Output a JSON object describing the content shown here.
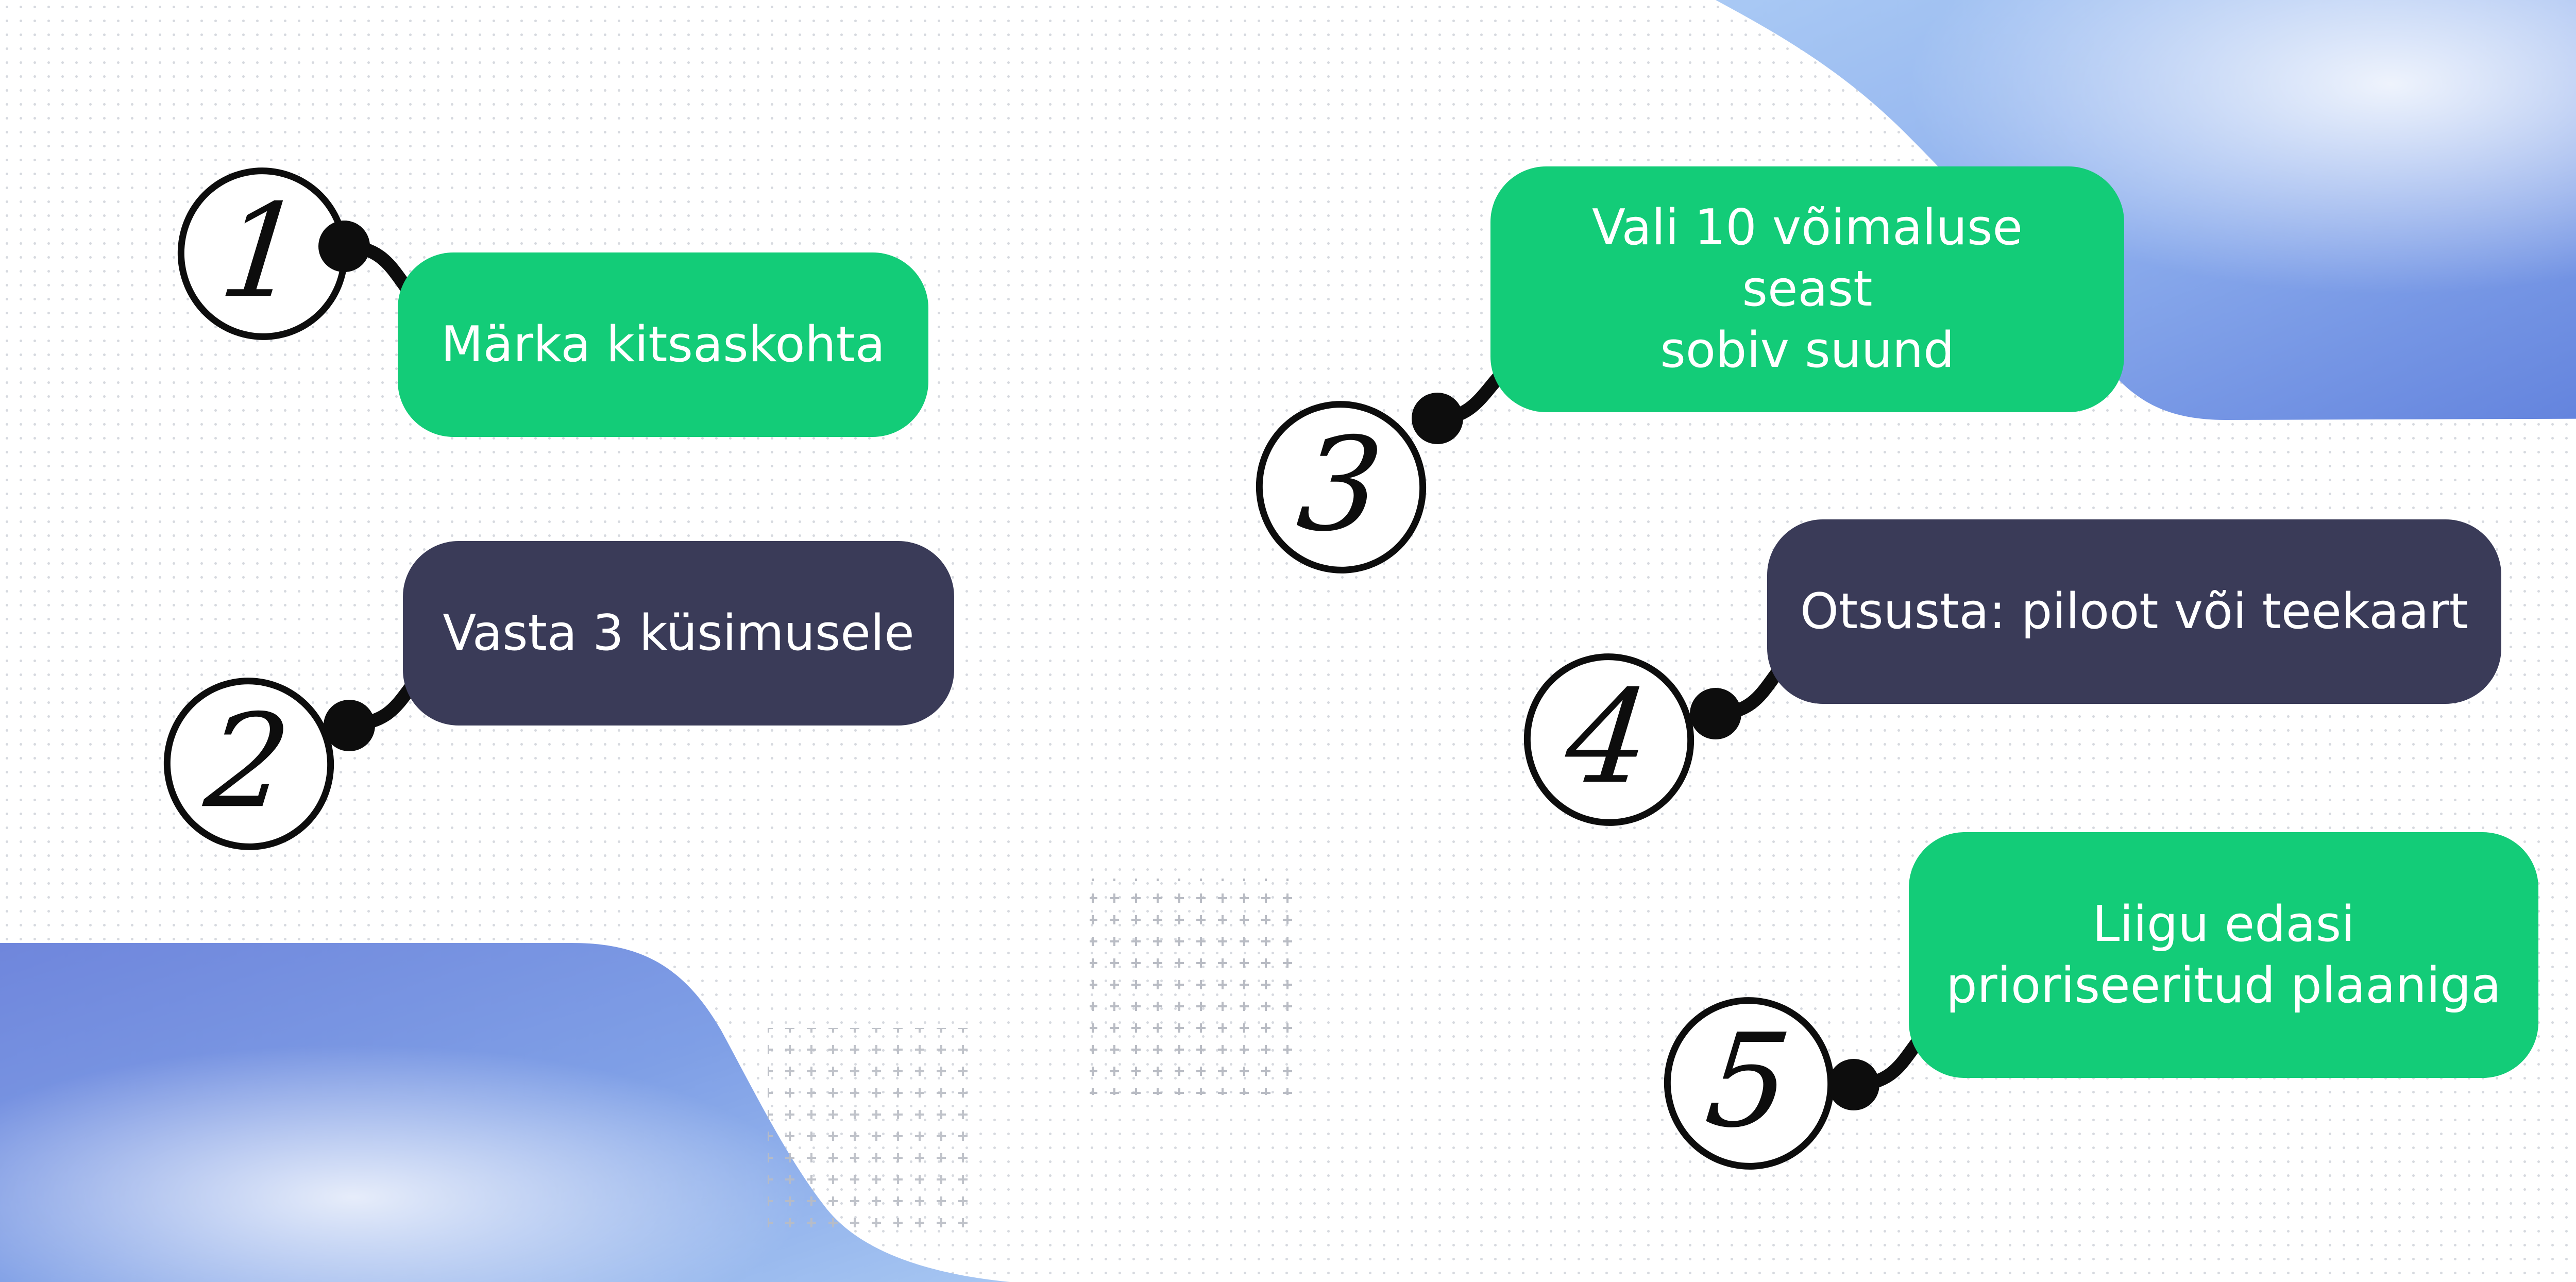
{
  "steps": [
    {
      "number": "1",
      "label": "Märka kitsaskohta"
    },
    {
      "number": "2",
      "label": "Vasta 3 küsimusele"
    },
    {
      "number": "3",
      "label": "Vali 10 võimaluse seast\nsobiv suund"
    },
    {
      "number": "4",
      "label": "Otsusta: piloot või teekaart"
    },
    {
      "number": "5",
      "label": "Liigu edasi\nprioriseeritud plaaniga"
    }
  ],
  "colors": {
    "green": "#13cc78",
    "navy": "#3a3b58",
    "ink": "#0d0d0d",
    "blob": "#6f8fdc"
  }
}
